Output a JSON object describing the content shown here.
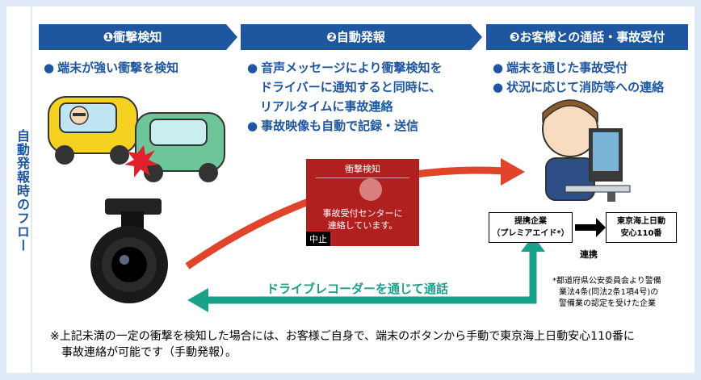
{
  "side_label": "自動発報時のフロー",
  "steps": [
    {
      "label": "❶衝撃検知"
    },
    {
      "label": "❷自動発報"
    },
    {
      "label": "❸お客様との通話・事故受付"
    }
  ],
  "step1_bullets": [
    "端末が強い衝撃を検知"
  ],
  "step2_bullets": [
    "音声メッセージにより衝撃検知を",
    "ドライバーに通知すると同時に、",
    "リアルタイムに事故連絡",
    "事故映像も自動で記録・送信"
  ],
  "step3_bullets": [
    "端末を通じた事故受付",
    "状況に応じて消防等への連絡"
  ],
  "screen": {
    "title": "衝撃検知",
    "message_line1": "事故受付センターに",
    "message_line2": "連絡しています。",
    "stop_label": "中止"
  },
  "partner_box": {
    "line1": "提携企業",
    "line2": "（プレミアエイド*）"
  },
  "tokio_box": {
    "line1": "東京海上日動",
    "line2": "安心110番"
  },
  "link_label": "連携",
  "partner_note": [
    "*都道府県公安委員会より警備",
    "業法4条(同法2条1項4号)の",
    "警備業の認定を受けた企業"
  ],
  "talk_label": "ドライブレコーダーを通じて通話",
  "footnote": [
    "※上記未満の一定の衝撃を検知した場合には、お客様ご自身で、端末のボタンから手動で東京海上日動安心110番に",
    "事故連絡が可能です（手動発報）。"
  ],
  "colors": {
    "brand_blue": "#1e56a0",
    "arrow_red": "#e0442a",
    "arrow_teal": "#1aa18a"
  }
}
